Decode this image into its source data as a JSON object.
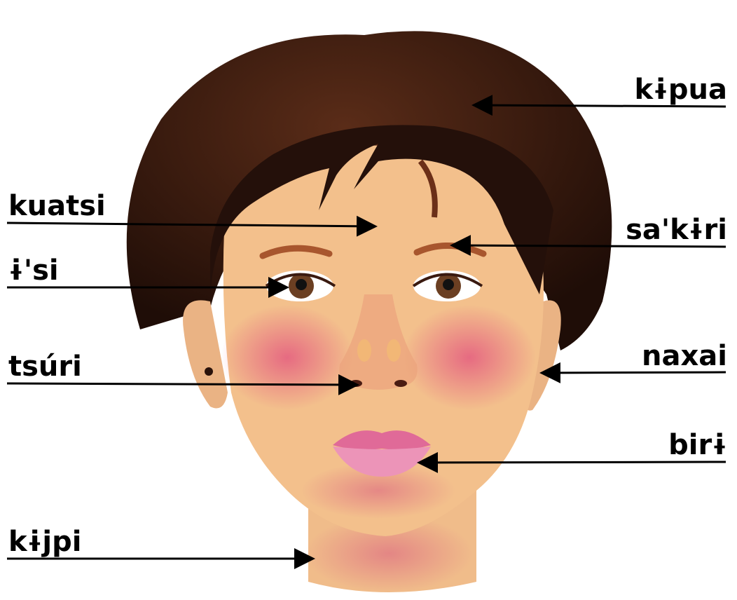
{
  "labels": {
    "kipua": "kɨpua",
    "kuatsi": "kuatsi",
    "sakiri": "sa'kɨri",
    "isi": "ɨ'si",
    "tsuri": "tsúri",
    "naxai": "naxai",
    "biri": "birɨ",
    "kijpi": "kɨjpi"
  },
  "colors": {
    "hair": "#3a1d12",
    "skin": "#f2c08e",
    "cheek": "#e0527a",
    "lips": "#e27aa6",
    "iris": "#6b3f22",
    "line": "#000000"
  }
}
